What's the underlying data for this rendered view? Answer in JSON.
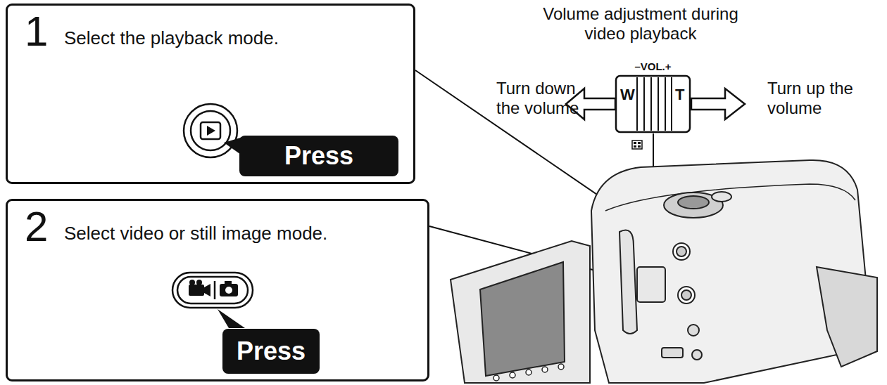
{
  "diagram": {
    "nodes": [
      {
        "text": [
          "1",
          "Select the playback mode."
        ]
      },
      {
        "text": [
          "Press"
        ],
        "in": 0
      },
      {
        "text": [
          "2",
          "Select video or still image mode."
        ]
      },
      {
        "text": [
          "Press"
        ],
        "in": 2
      },
      {
        "text": [
          "–VOL.+",
          "W",
          "T"
        ]
      }
    ],
    "labels": [
      "Volume adjustment during video playback",
      "Turn down the volume",
      "Turn up the volume"
    ]
  }
}
